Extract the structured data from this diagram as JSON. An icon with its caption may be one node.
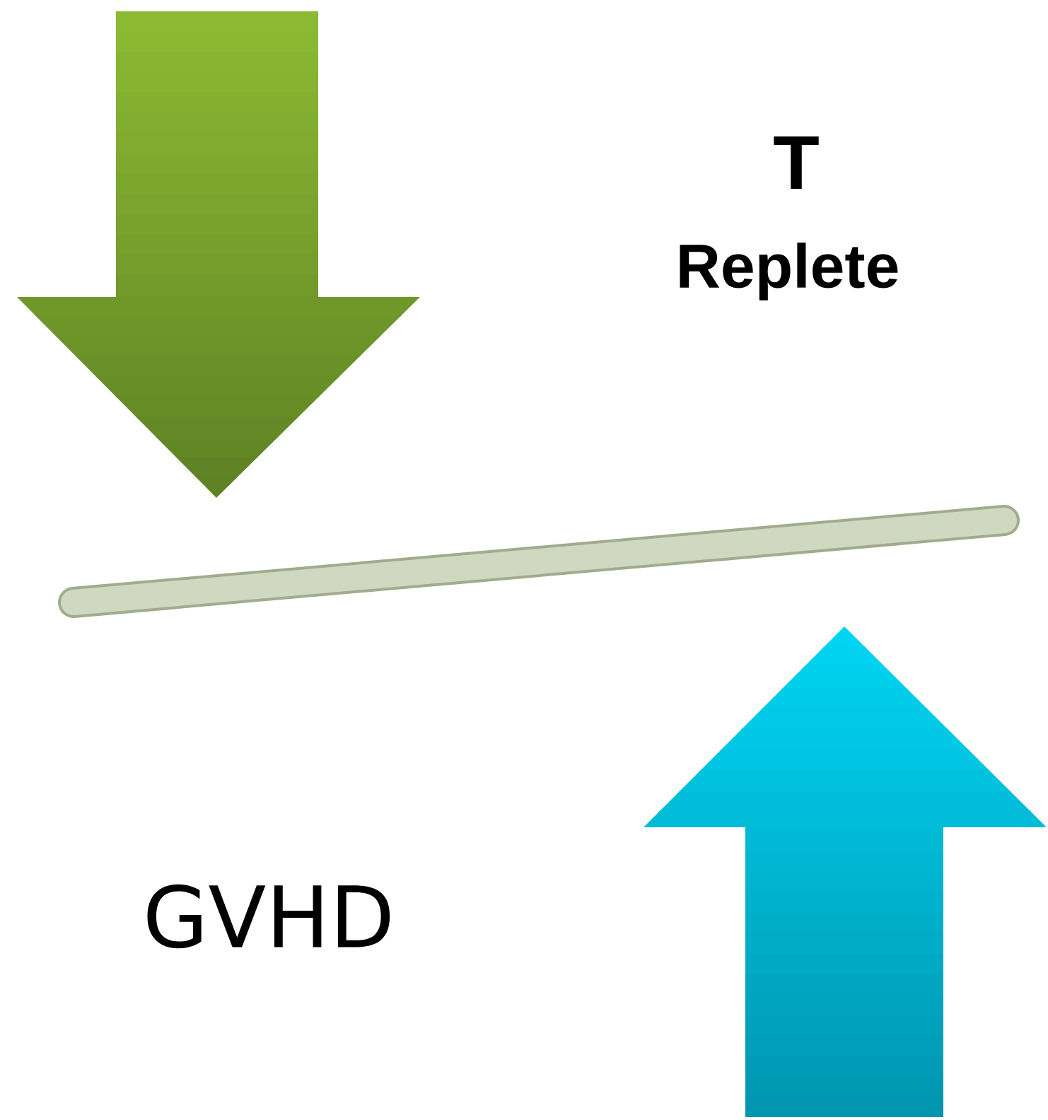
{
  "diagram": {
    "labels": [
      "T",
      "Replete",
      "GVHD"
    ]
  }
}
